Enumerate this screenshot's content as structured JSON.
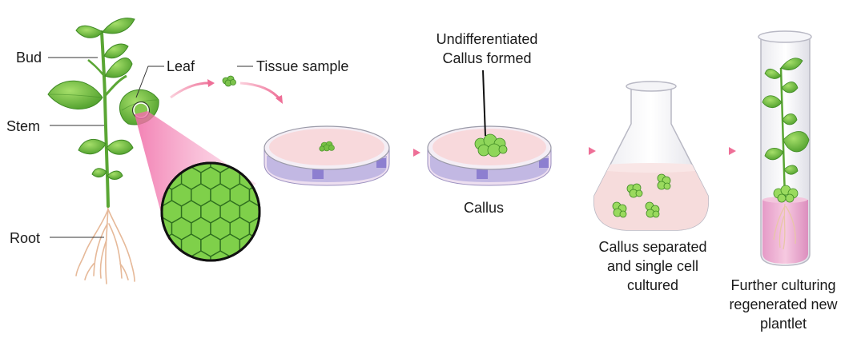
{
  "labels": {
    "bud": "Bud",
    "leaf": "Leaf",
    "stem": "Stem",
    "root": "Root",
    "tissue_sample": "Tissue sample",
    "callus_formed_line1": "Undifferentiated",
    "callus_formed_line2": "Callus formed",
    "callus": "Callus",
    "separated_line1": "Callus separated",
    "separated_line2": "and single cell",
    "separated_line3": "cultured",
    "further_line1": "Further culturing",
    "further_line2": "regenerated new",
    "further_line3": "plantlet"
  },
  "colors": {
    "leaf_green": "#6fbf3f",
    "leaf_dark": "#3f8f2a",
    "callus_green": "#8fd65a",
    "medium_pink": "#f7d6d8",
    "dish_purple": "#a79ad8",
    "arrow_pink": "#f08aa8",
    "root_tan": "#e9c4a8"
  }
}
